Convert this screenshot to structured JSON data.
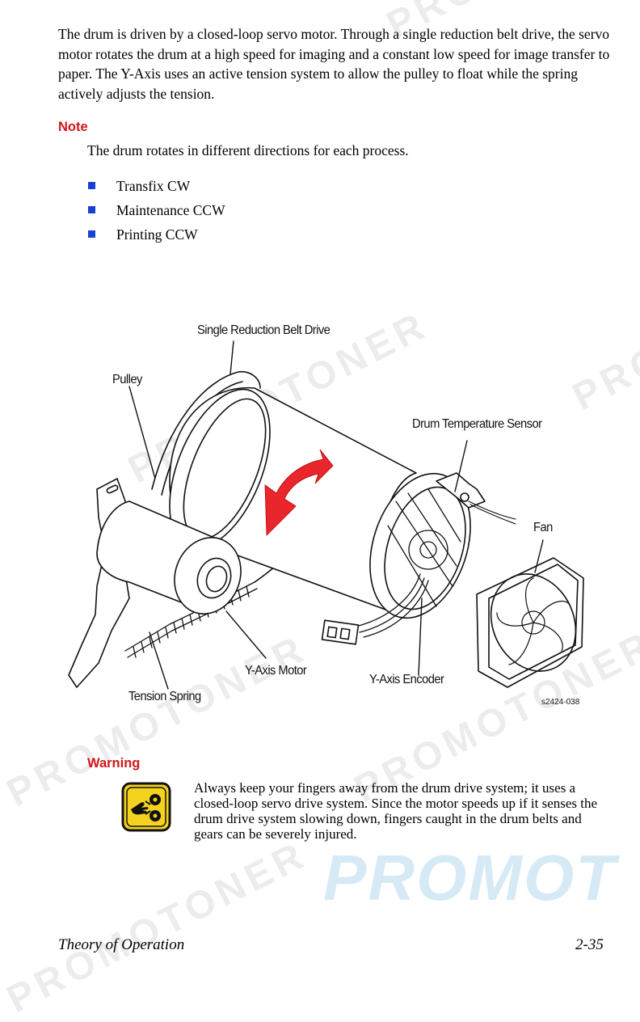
{
  "body_paragraph": "The drum is driven by a closed-loop servo motor. Through a single reduction belt drive, the servo motor rotates the drum at a high speed for imaging and a constant low speed for image transfer to paper. The Y-Axis uses an active tension system to allow the pulley to float while the spring actively adjusts the tension.",
  "note": {
    "heading": "Note",
    "text": "The drum rotates in different directions for each process.",
    "items": [
      "Transfix CW",
      "Maintenance CCW",
      "Printing CCW"
    ]
  },
  "figure": {
    "labels": {
      "belt_drive": "Single Reduction Belt Drive",
      "pulley": "Pulley",
      "temp_sensor": "Drum Temperature Sensor",
      "fan": "Fan",
      "motor": "Y-Axis Motor",
      "encoder": "Y-Axis Encoder",
      "spring": "Tension Spring"
    },
    "figure_id": "s2424-038"
  },
  "warning": {
    "heading": "Warning",
    "icon": "pinch-hazard-icon",
    "text": "Always keep your fingers away from the drum drive system; it uses a closed-loop servo drive system. Since the motor speeds up if it senses the drum drive system slowing down, fingers caught in the drum belts and gears can be severely injured."
  },
  "footer": {
    "section": "Theory of Operation",
    "page": "2-35"
  },
  "watermark": "PROMOTONER",
  "colors": {
    "heading_red": "#d0161c",
    "bullet_blue": "#1a3fd6",
    "arrow_red": "#e8262b",
    "warning_yellow": "#f4d21e"
  }
}
